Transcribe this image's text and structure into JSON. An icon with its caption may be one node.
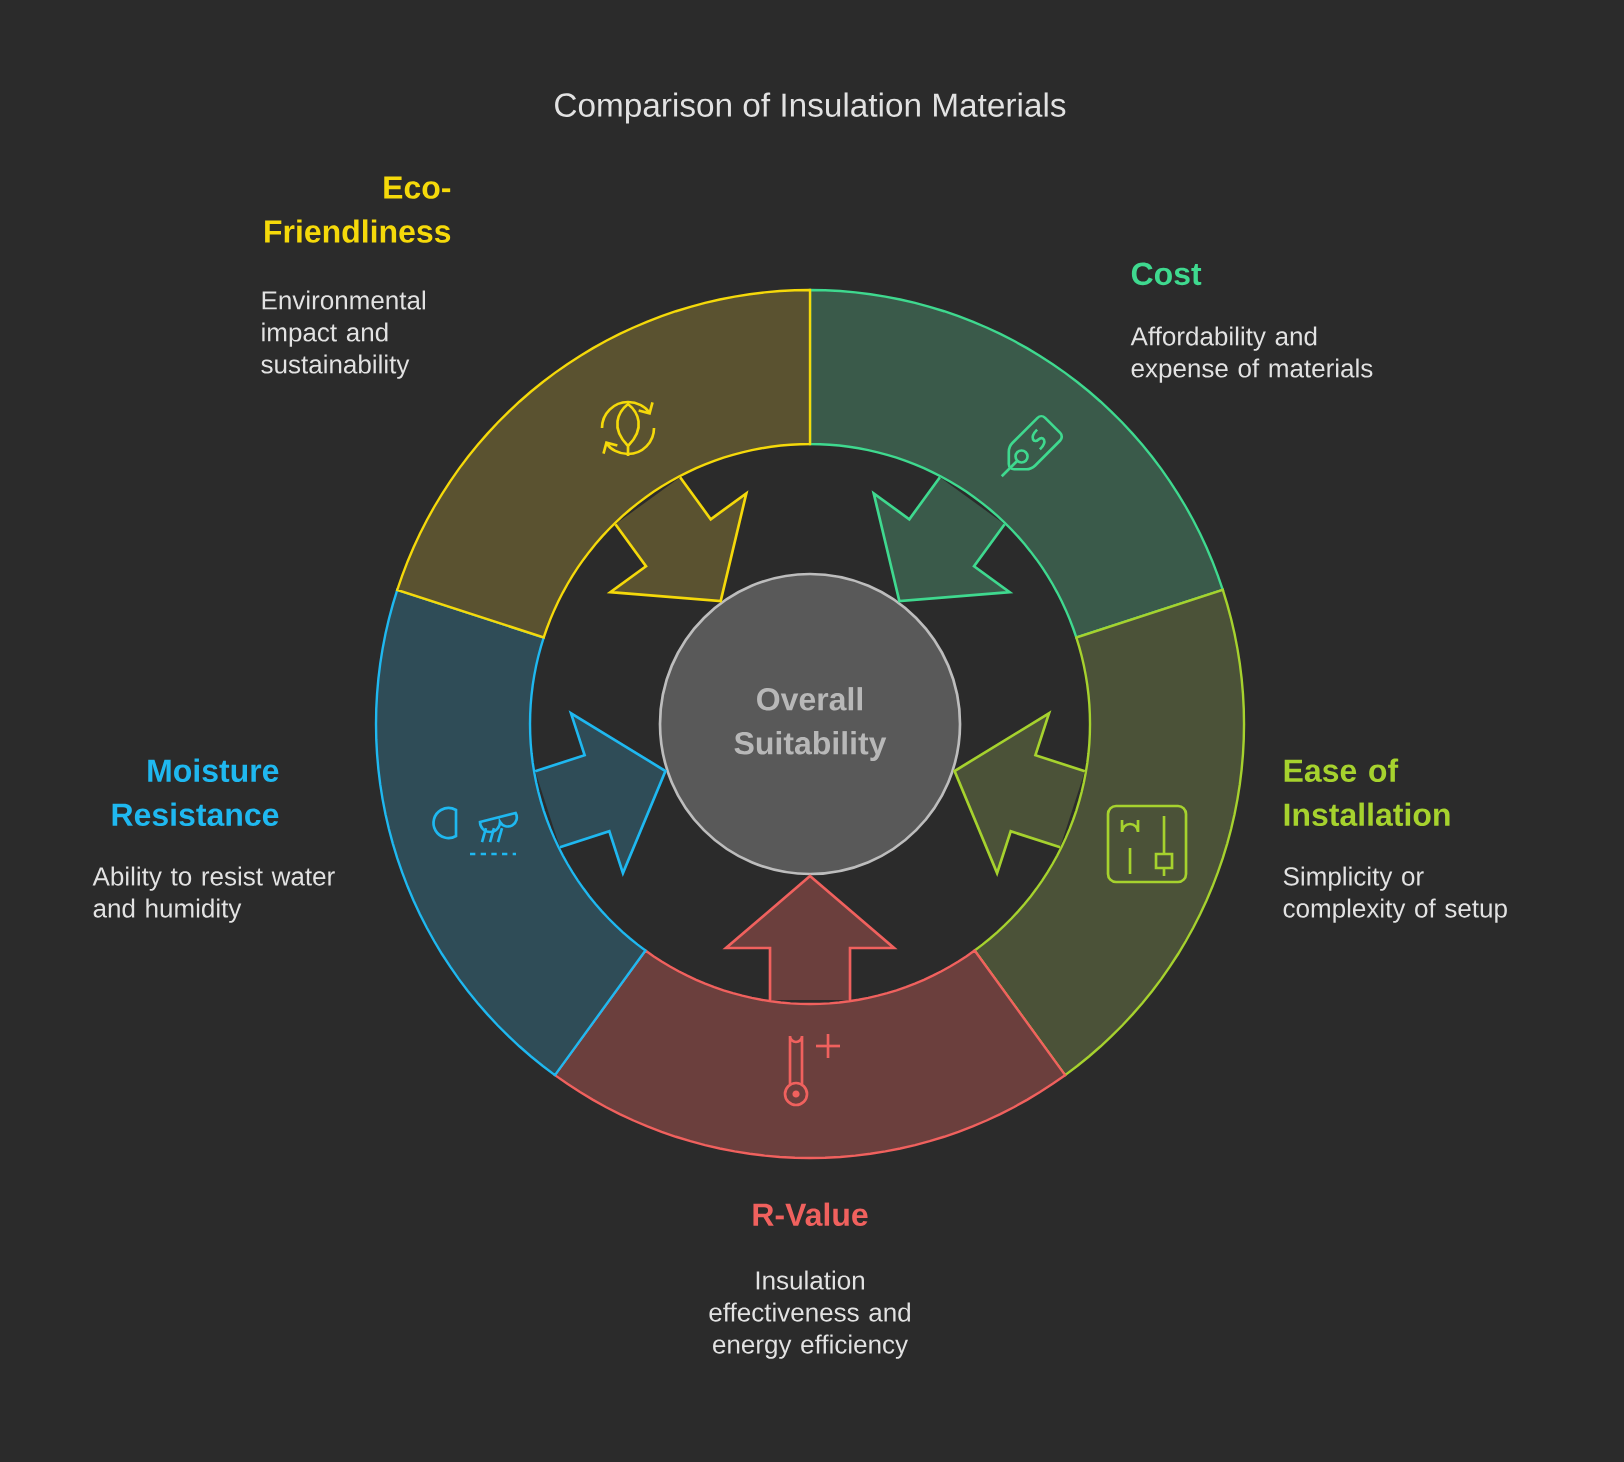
{
  "diagram": {
    "title": "Comparison of Insulation Materials",
    "nodes": [
      {
        "text": [
          "Overall Suitability"
        ]
      },
      {
        "text": [
          "Cost",
          "Affordability and expense of materials"
        ]
      },
      {
        "text": [
          "Ease of Installation",
          "Simplicity or complexity of setup"
        ]
      },
      {
        "text": [
          "R-Value",
          "Insulation effectiveness and energy efficiency"
        ]
      },
      {
        "text": [
          "Moisture Resistance",
          "Ability to resist water and humidity"
        ]
      },
      {
        "text": [
          "Eco-Friendliness",
          "Environmental impact and sustainability"
        ]
      }
    ],
    "edges": [
      {
        "from": 1,
        "to": 0,
        "arrow": "to",
        "color": "#3fd98f"
      },
      {
        "from": 2,
        "to": 0,
        "arrow": "to",
        "color": "#a6d22e"
      },
      {
        "from": 3,
        "to": 0,
        "arrow": "to",
        "color": "#f0615e"
      },
      {
        "from": 4,
        "to": 0,
        "arrow": "to",
        "color": "#1fb8f0"
      },
      {
        "from": 5,
        "to": 0,
        "arrow": "to",
        "color": "#f5d90a"
      }
    ]
  }
}
